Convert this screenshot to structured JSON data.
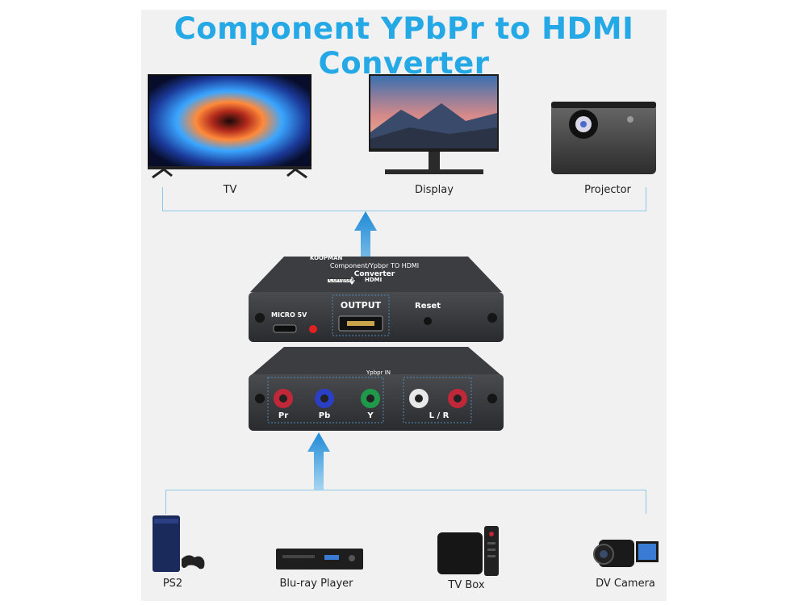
{
  "title": "Component YPbPr to HDMI Converter",
  "outputs": [
    {
      "label": "TV",
      "icon": "tv-icon"
    },
    {
      "label": "Display",
      "icon": "monitor-icon"
    },
    {
      "label": "Projector",
      "icon": "projector-icon"
    }
  ],
  "inputs": [
    {
      "label": "PS2",
      "icon": "ps2-console-icon"
    },
    {
      "label": "Blu-ray Player",
      "icon": "bluray-player-icon"
    },
    {
      "label": "TV Box",
      "icon": "tv-box-icon"
    },
    {
      "label": "DV Camera",
      "icon": "camcorder-icon"
    }
  ],
  "device": {
    "brand": "KOOPMAN",
    "top_line1": "Component/Ypbpr TO HDMI",
    "top_line2": "Converter",
    "signal_from": "Component",
    "signal_to": "HDMI",
    "port_micro": "MICRO 5V",
    "port_output": "OUTPUT",
    "port_reset": "Reset",
    "input_group": "Ypbpr IN",
    "jack_pr": "Pr",
    "jack_pb": "Pb",
    "jack_y": "Y",
    "jack_lr": "L / R",
    "colors": {
      "pr": "#c0283a",
      "pb": "#2a3fc4",
      "y": "#1f9a4a",
      "audio_l": "#e8e8e8",
      "audio_r": "#c0283a",
      "body": "#2d2e31"
    }
  },
  "colors": {
    "title": "#25a9e6",
    "arrow": "#1f8ad6",
    "line": "#8cc8e6"
  }
}
